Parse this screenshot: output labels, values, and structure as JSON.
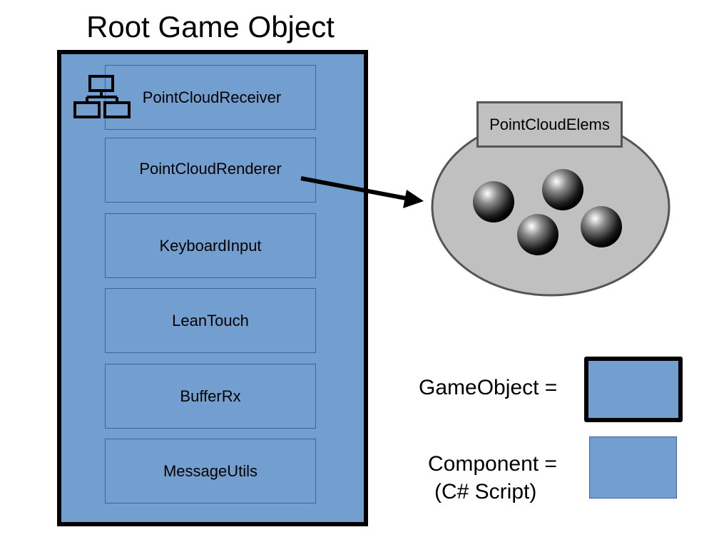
{
  "title": "Root Game Object",
  "components": [
    {
      "label": "PointCloudReceiver"
    },
    {
      "label": "PointCloudRenderer"
    },
    {
      "label": "KeyboardInput"
    },
    {
      "label": "LeanTouch"
    },
    {
      "label": "BufferRx"
    },
    {
      "label": "MessageUtils"
    }
  ],
  "icons": {
    "receiver": "network-icon"
  },
  "cluster": {
    "label": "PointCloudElems",
    "sphere_count": 4
  },
  "legend": {
    "gameobject_label": "GameObject =",
    "component_label_line1": "Component =",
    "component_label_line2": "(C# Script)"
  },
  "colors": {
    "component_fill": "#729fcf",
    "component_border": "#3465a4",
    "gameobject_border": "#000000",
    "cluster_fill": "#c0c0c0"
  }
}
